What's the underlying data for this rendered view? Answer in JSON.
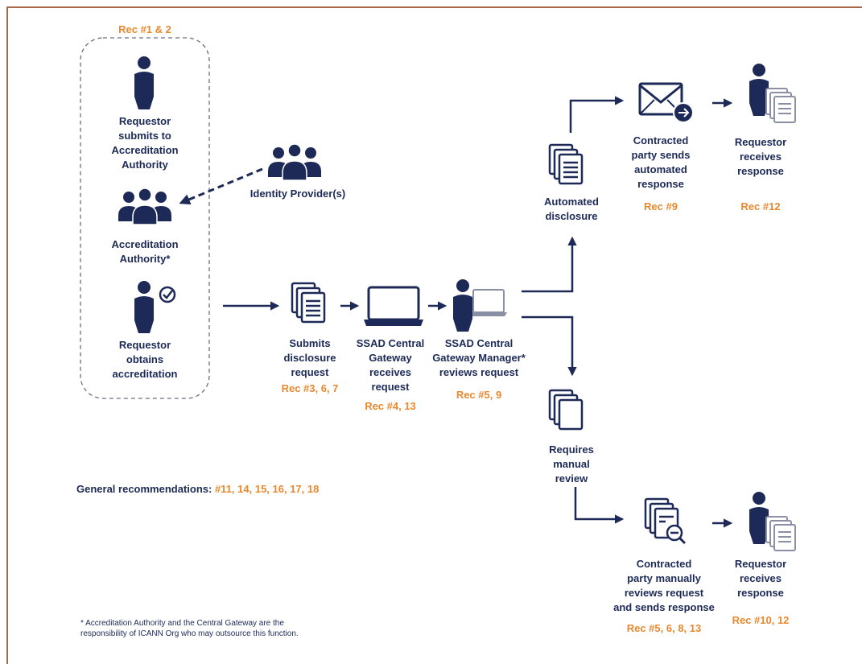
{
  "accreditation_group": {
    "rec": "Rec #1 & 2",
    "requestor_submits": "Requestor\nsubmits to\nAccreditation\nAuthority",
    "accreditation_authority": "Accreditation\nAuthority*",
    "requestor_obtains": "Requestor\nobtains\naccreditation"
  },
  "identity_provider": "Identity Provider(s)",
  "steps": [
    {
      "label": "Submits\ndisclosure\nrequest",
      "rec": "Rec #3, 6, 7"
    },
    {
      "label": "SSAD Central\nGateway\nreceives\nrequest",
      "rec": "Rec #4, 13"
    },
    {
      "label": "SSAD Central\nGateway Manager*\nreviews request",
      "rec": "Rec #5, 9"
    }
  ],
  "automated_branch": {
    "label": "Automated\ndisclosure",
    "contracted": {
      "label": "Contracted\nparty sends\nautomated\nresponse",
      "rec": "Rec #9"
    },
    "receives": {
      "label": "Requestor\nreceives\nresponse",
      "rec": "Rec #12"
    }
  },
  "manual_branch": {
    "label": "Requires\nmanual\nreview",
    "contracted": {
      "label": "Contracted\nparty manually\nreviews request\nand sends response",
      "rec": "Rec #5, 6, 8, 13"
    },
    "receives": {
      "label": "Requestor\nreceives\nresponse",
      "rec": "Rec #10, 12"
    }
  },
  "general_recommendations": {
    "label": "General recommendations:",
    "values": "#11, 14, 15, 16, 17, 18"
  },
  "footnote": "*  Accreditation Authority and the Central Gateway are the responsibility of ICANN Org who may outsource this function.",
  "colors": {
    "navy": "#1d2a57",
    "orange": "#e8892f",
    "grey": "#8a8fa6",
    "border": "#a9694a"
  },
  "icons": [
    "person-icon",
    "group-icon",
    "accredited-person-icon",
    "documents-icon",
    "laptop-icon",
    "person-laptop-icon",
    "envelope-arrow-icon",
    "person-documents-icon",
    "document-search-icon"
  ]
}
